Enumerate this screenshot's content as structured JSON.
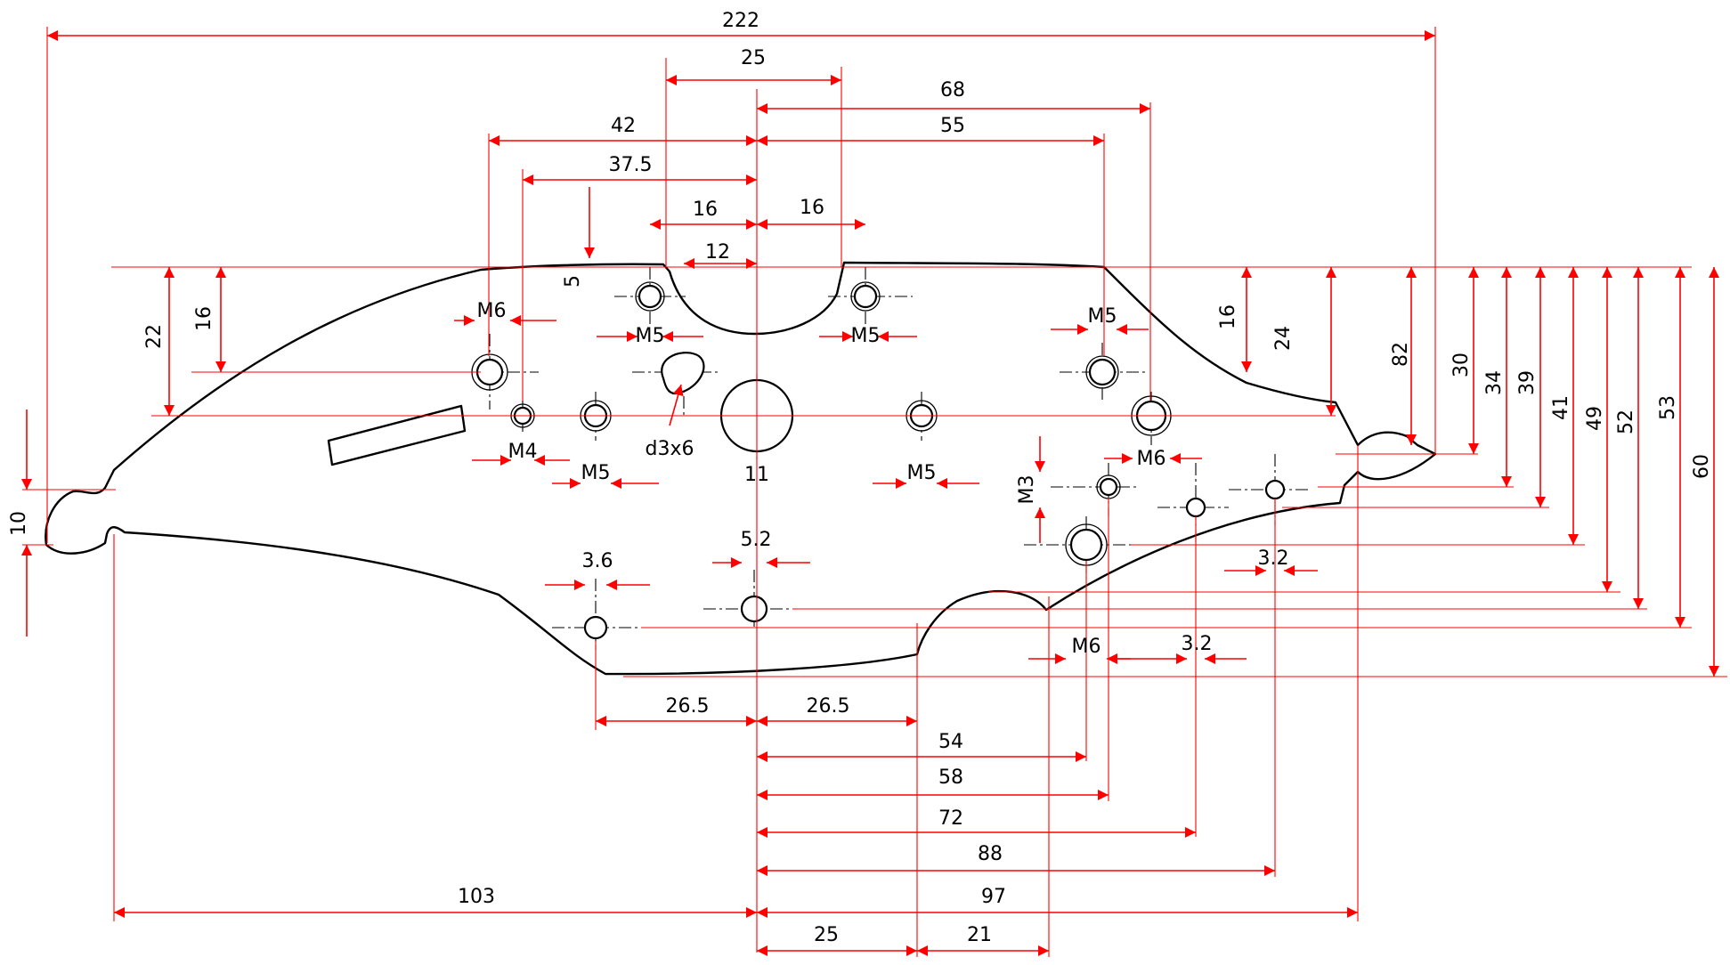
{
  "drawing": {
    "line_color": "#000000",
    "dimension_color": "#ff0000",
    "horizontal_dims": {
      "overall": "222",
      "d25_top": "25",
      "d68": "68",
      "d55": "55",
      "d42": "42",
      "d37_5": "37.5",
      "d16_left": "16",
      "d16_right": "16",
      "d12": "12",
      "d26_5_left": "26.5",
      "d26_5_right": "26.5",
      "d54": "54",
      "d58": "58",
      "d72": "72",
      "d88": "88",
      "d97": "97",
      "d103": "103",
      "d25_bottom": "25",
      "d21": "21"
    },
    "vertical_dims": {
      "d10": "10",
      "d22": "22",
      "d16_left": "16",
      "d5": "5",
      "d16_right": "16",
      "d24": "24",
      "d82": "82",
      "d30": "30",
      "d34": "34",
      "d39": "39",
      "d41": "41",
      "d49": "49",
      "d52": "52",
      "d53": "53",
      "d60": "60"
    },
    "hole_labels": {
      "m6_left": "M6",
      "m5_top_left": "M5",
      "m5_top_right": "M5",
      "m5_right": "M5",
      "m4": "M4",
      "m5_mid_left": "M5",
      "m5_mid_right": "M5",
      "m6_right": "M6",
      "m3": "M3",
      "m6_bottom": "M6",
      "slot": "d3x6",
      "bore": "11",
      "d3_6": "3.6",
      "d5_2": "5.2",
      "d3_2_a": "3.2",
      "d3_2_b": "3.2"
    }
  }
}
